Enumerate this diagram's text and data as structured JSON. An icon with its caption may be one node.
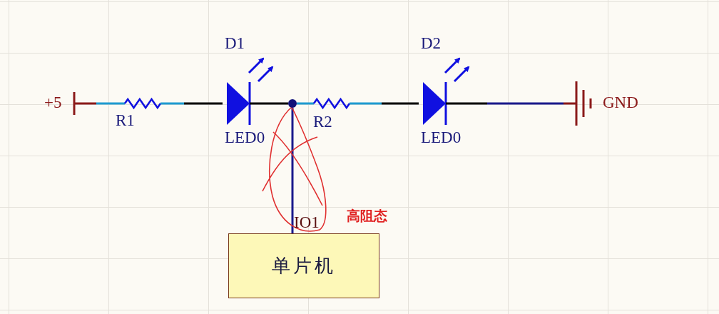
{
  "diagram": {
    "nodes": [
      {
        "text": [
          "+5"
        ]
      },
      {
        "text": [
          "R1"
        ]
      },
      {
        "text": [
          "D1",
          "LED0"
        ]
      },
      {
        "text": [],
        "shape": "circle"
      },
      {
        "text": [
          "R2"
        ]
      },
      {
        "text": [
          "D2",
          "LED0"
        ]
      },
      {
        "text": [
          "GND"
        ]
      },
      {
        "text": [
          "单片机"
        ],
        "beside": [
          "IO1"
        ]
      }
    ],
    "edges": [
      {
        "from": 0,
        "to": 1,
        "arrow": "none",
        "color": "#1e9bd0"
      },
      {
        "from": 1,
        "to": 2,
        "arrow": "none"
      },
      {
        "from": 2,
        "to": 3,
        "arrow": "none"
      },
      {
        "from": 3,
        "to": 4,
        "arrow": "none",
        "color": "#1e9bd0"
      },
      {
        "from": 4,
        "to": 5,
        "arrow": "none"
      },
      {
        "from": 5,
        "to": 6,
        "arrow": "none",
        "color": "#1a1a8c"
      },
      {
        "from": 3,
        "to": 7,
        "arrow": "none",
        "color": "#1a1a8c"
      }
    ],
    "labels": [
      "高阻态"
    ]
  }
}
